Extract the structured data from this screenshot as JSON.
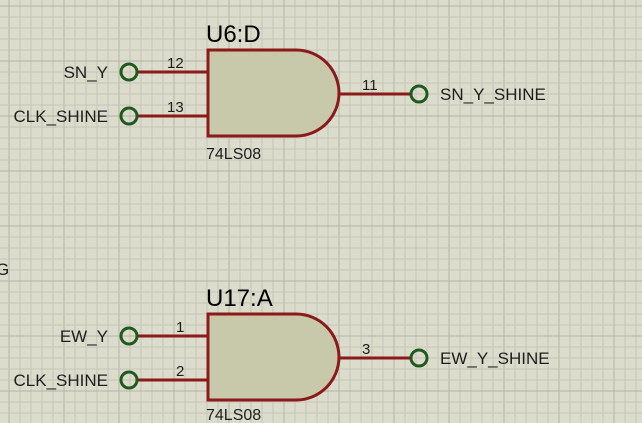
{
  "colors": {
    "background": "#dcdccc",
    "grid_minor": "#c6c6b6",
    "grid_major": "#b4b4a4",
    "gate_fill": "#c8c8aa",
    "gate_outline": "#8b1a1a",
    "wire": "#8b1a1a",
    "terminal": "#1f5a1f"
  },
  "stray_label": "G",
  "gates": [
    {
      "reference": "U6:D",
      "part": "74LS08",
      "inputs": [
        {
          "net": "SN_Y",
          "pin": "12"
        },
        {
          "net": "CLK_SHINE",
          "pin": "13"
        }
      ],
      "output": {
        "net": "SN_Y_SHINE",
        "pin": "11"
      }
    },
    {
      "reference": "U17:A",
      "part": "74LS08",
      "inputs": [
        {
          "net": "EW_Y",
          "pin": "1"
        },
        {
          "net": "CLK_SHINE",
          "pin": "2"
        }
      ],
      "output": {
        "net": "EW_Y_SHINE",
        "pin": "3"
      }
    }
  ]
}
